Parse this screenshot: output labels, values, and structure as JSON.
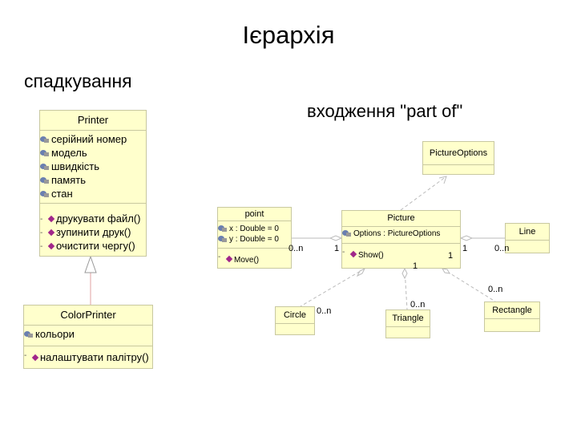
{
  "title": "Ієрархія",
  "subtitle_inheritance": "спадкування",
  "subtitle_partof": "входження \"part of\"",
  "printer": {
    "name": "Printer",
    "attributes": [
      "серійний номер",
      "модель",
      "швидкість",
      "память",
      "стан"
    ],
    "operations": [
      "друкувати файл()",
      "зупинити друк()",
      "очистити чергу()"
    ]
  },
  "color_printer": {
    "name": "ColorPrinter",
    "attributes": [
      "кольори"
    ],
    "operations": [
      "налаштувати палітру()"
    ]
  },
  "picture_options": {
    "name": "PictureOptions"
  },
  "point": {
    "name": "point",
    "attributes": [
      "x : Double = 0",
      "y : Double = 0"
    ],
    "operations": [
      "Move()"
    ]
  },
  "picture": {
    "name": "Picture",
    "attributes": [
      "Options : PictureOptions"
    ],
    "operations": [
      "Show()"
    ]
  },
  "line": {
    "name": "Line"
  },
  "circle": {
    "name": "Circle"
  },
  "triangle": {
    "name": "Triangle"
  },
  "rectangle": {
    "name": "Rectangle"
  },
  "multiplicities": {
    "point_many": "0..n",
    "point_one": "1",
    "line_one": "1",
    "line_many": "0..n",
    "picture_one_a": "1",
    "picture_one_b": "1",
    "circle_many": "0..n",
    "triangle_many": "0..n",
    "rectangle_many": "0..n"
  },
  "colors": {
    "class_fill": "#ffffcc",
    "class_border": "#c8c8a0",
    "line": "#b0b0b0"
  }
}
